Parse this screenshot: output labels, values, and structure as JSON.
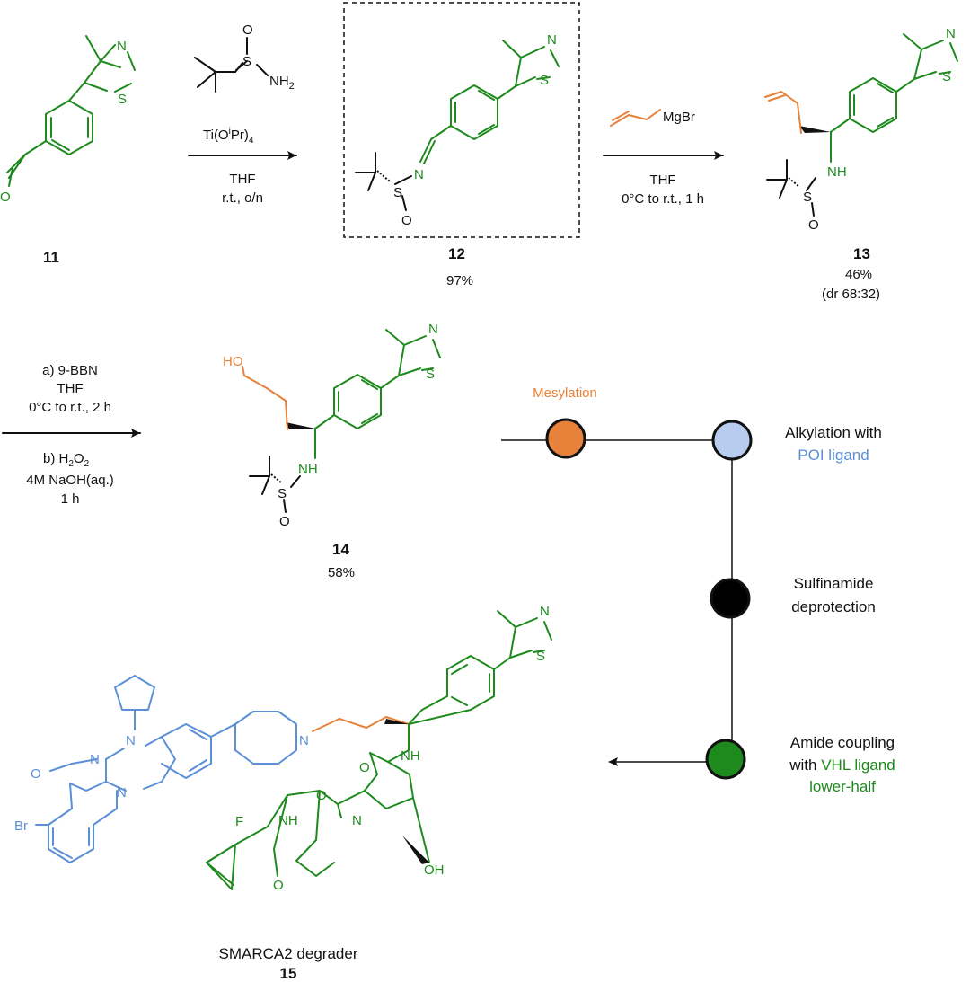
{
  "colors": {
    "green": "#1e8a1e",
    "orange": "#e8813a",
    "blue": "#5b8fd6",
    "light_blue": "#b8ccf0",
    "black": "#111111"
  },
  "compounds": {
    "c11": {
      "id": "11"
    },
    "c12": {
      "id": "12",
      "yield": "97%"
    },
    "c13": {
      "id": "13",
      "yield": "46%",
      "dr": "(dr 68:32)"
    },
    "c14": {
      "id": "14",
      "yield": "58%"
    },
    "c15": {
      "name": "SMARCA2 degrader",
      "id": "15"
    }
  },
  "steps": {
    "step1": {
      "line1": "Ti(O",
      "sup": "i",
      "line1b": "Pr)",
      "sub": "4",
      "line2": "THF",
      "line3": "r.t., o/n"
    },
    "step2": {
      "line1": "THF",
      "line2": "0°C to r.t., 1 h"
    },
    "step3": {
      "a1": "a) 9-BBN",
      "a2": "THF",
      "a3": "0°C to r.t., 2 h",
      "b1": "b) H",
      "b1sub": "2",
      "b1b": "O",
      "b1sub2": "2",
      "b2": "4M NaOH(aq.)",
      "b3": "1 h"
    }
  },
  "reagents": {
    "mgbr": "MgBr",
    "nh2": "NH",
    "nh2_sub": "2"
  },
  "atoms": {
    "N": "N",
    "S": "S",
    "O": "O",
    "NH": "NH",
    "HO": "HO",
    "OH": "OH",
    "F": "F",
    "Br": "Br"
  },
  "pathway": {
    "node1": {
      "label": "Mesylation",
      "color": "#e8813a"
    },
    "node2": {
      "label1": "Alkylation with",
      "label2": "POI ligand",
      "color": "#b8ccf0"
    },
    "node3": {
      "label1": "Sulfinamide",
      "label2": "deprotection",
      "color": "#000000"
    },
    "node4": {
      "label1": "Amide coupling",
      "label2a": "with ",
      "label2b": "VHL ligand",
      "label3": "lower-half",
      "color": "#1e8a1e"
    }
  }
}
